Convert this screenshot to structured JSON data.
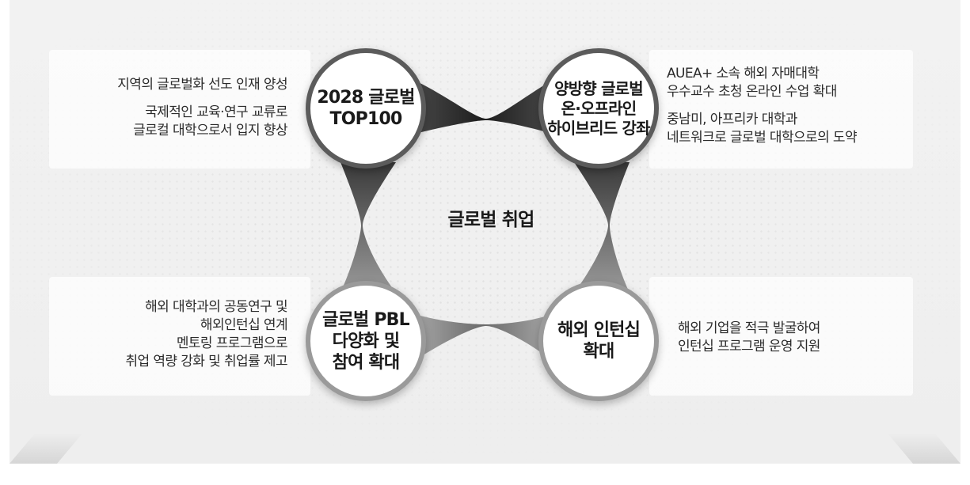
{
  "center": {
    "title": "글로벌 취업"
  },
  "nodes": {
    "top_left": {
      "label": "2028 글로벌\nTOP100"
    },
    "top_right": {
      "label": "양방향 글로벌\n온·오프라인\n하이브리드 강좌"
    },
    "bottom_left": {
      "label": "글로벌 PBL\n다양화 및\n참여 확대"
    },
    "bottom_right": {
      "label": "해외 인턴십\n확대"
    }
  },
  "descriptions": {
    "top_left": [
      "지역의 글로벌화 선도 인재 양성",
      "국제적인 교육·연구 교류로",
      "글로컬 대학으로서 입지 향상"
    ],
    "top_right": [
      "AUEA+ 소속 해외 자매대학",
      "우수교수 초청 온라인 수업 확대",
      "중남미, 아프리카 대학과",
      "네트워크로 글로벌 대학으로의 도약"
    ],
    "bottom_left": [
      "해외 대학과의 공동연구 및",
      "해외인턴십 연계",
      "멘토링 프로그램으로",
      "취업 역량 강화 및 취업률 제고"
    ],
    "bottom_right": [
      "해외 기업을 적극 발굴하여",
      "인턴십 프로그램 운영 지원"
    ]
  },
  "colors": {
    "ring_dark": "#2e2e2e",
    "ring_light": "#9a9a9a",
    "background": "#efefef",
    "text": "#2b2b2b"
  }
}
